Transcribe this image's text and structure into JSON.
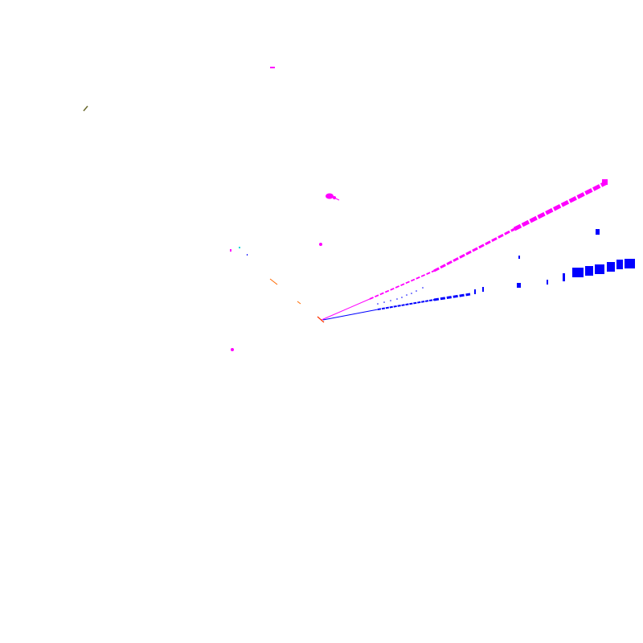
{
  "background": "#ffffff",
  "colors": {
    "magenta": "#ff00ff",
    "blue": "#0000ff",
    "orange": "#ff6a00",
    "red": "#ff3300",
    "cyan": "#00d8d8",
    "olive": "#6b6b2e"
  },
  "features": [
    {
      "name": "magenta-streak",
      "color": "magenta"
    },
    {
      "name": "blue-streak",
      "color": "blue"
    },
    {
      "name": "blue-dotted-streak",
      "color": "blue"
    },
    {
      "name": "orange-streak",
      "color": "orange"
    },
    {
      "name": "magenta-cluster",
      "color": "magenta"
    },
    {
      "name": "scattered-fragments",
      "color": "magenta"
    }
  ]
}
